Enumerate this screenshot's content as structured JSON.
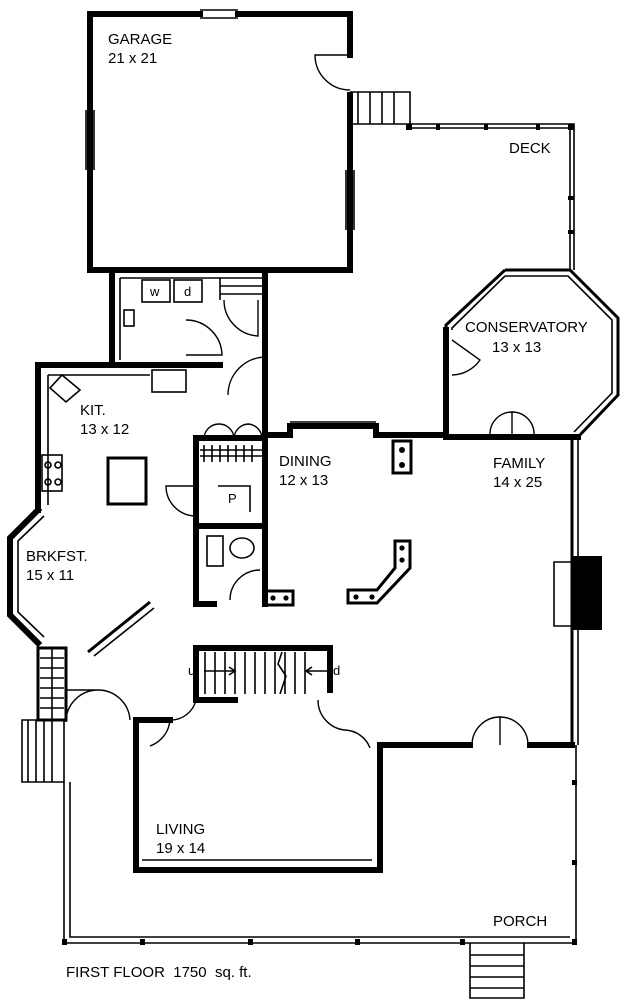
{
  "plan": {
    "caption": "FIRST FLOOR  1750  sq. ft.",
    "rooms": [
      {
        "name": "GARAGE",
        "size": "21 x 21"
      },
      {
        "name": "DECK",
        "size": ""
      },
      {
        "name": "CONSERVATORY",
        "size": "13 x 13"
      },
      {
        "name": "KIT.",
        "size": "13 x 12"
      },
      {
        "name": "DINING",
        "size": "12 x 13"
      },
      {
        "name": "FAMILY",
        "size": "14 x 25"
      },
      {
        "name": "BRKFST.",
        "size": "15 x 11"
      },
      {
        "name": "LIVING",
        "size": "19 x 14"
      },
      {
        "name": "PORCH",
        "size": ""
      }
    ],
    "fixtures": {
      "washer": "w",
      "dryer": "d",
      "pantry": "P",
      "stair_up": "u",
      "stair_down": "d"
    }
  }
}
